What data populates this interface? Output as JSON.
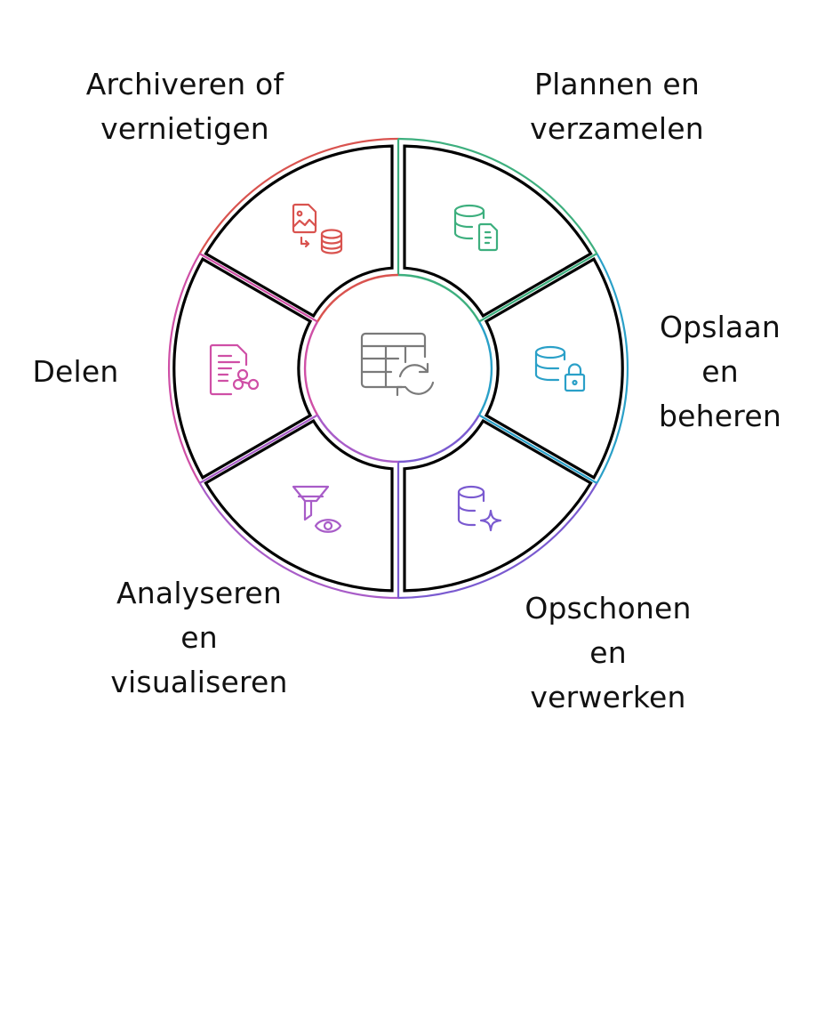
{
  "diagram": {
    "type": "cycle",
    "center": {
      "icon": "table-sync-icon",
      "color": "#7a7a7a"
    },
    "stages": [
      {
        "id": "plannen",
        "lines": [
          "Plannen en",
          "verzamelen"
        ],
        "icon": "database-document-icon",
        "color": "#3daf7e"
      },
      {
        "id": "opslaan",
        "lines": [
          "Opslaan",
          "en",
          "beheren"
        ],
        "icon": "database-lock-icon",
        "color": "#2aa0c8"
      },
      {
        "id": "opschonen",
        "lines": [
          "Opschonen",
          "en",
          "verwerken"
        ],
        "icon": "database-sparkle-icon",
        "color": "#7a5ad0"
      },
      {
        "id": "analyseren",
        "lines": [
          "Analyseren",
          "en",
          "visualiseren"
        ],
        "icon": "filter-eye-icon",
        "color": "#a85cc8"
      },
      {
        "id": "delen",
        "lines": [
          "Delen"
        ],
        "icon": "document-share-icon",
        "color": "#cf4fa6"
      },
      {
        "id": "archiveren",
        "lines": [
          "Archiveren of",
          "vernietigen"
        ],
        "icon": "image-to-database-icon",
        "color": "#d9534f"
      }
    ]
  }
}
